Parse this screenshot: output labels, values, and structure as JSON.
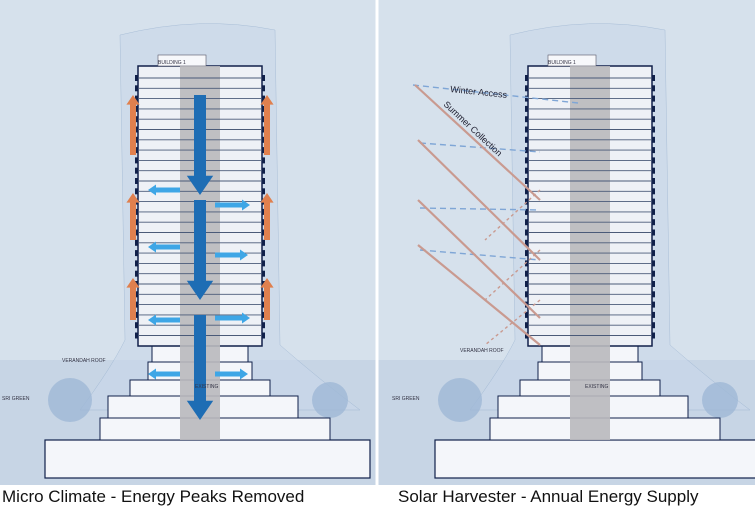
{
  "panels": [
    {
      "caption": "Micro Climate - Energy Peaks Removed",
      "building_label": "BUILDING 1",
      "roof_label": "VERANDAH ROOF",
      "existing_label": "EXISTING",
      "green_label": "SRI GREEN"
    },
    {
      "caption": "Solar Harvester - Annual Energy Supply",
      "building_label": "BUILDING 1",
      "roof_label": "VERANDAH ROOF",
      "existing_label": "EXISTING",
      "green_label": "SRI GREEN",
      "winter_label": "Winter Access",
      "summer_label": "Summer Collection"
    }
  ],
  "colors": {
    "sky": "#d6e1ec",
    "warm_arrow": "#e0804e",
    "cool_arrow": "#3ea6e6",
    "core_arrow": "#1e6db4",
    "sun_ray": "#c99a90",
    "winter_ray": "#7fa6d6",
    "structure": "#10204a"
  }
}
